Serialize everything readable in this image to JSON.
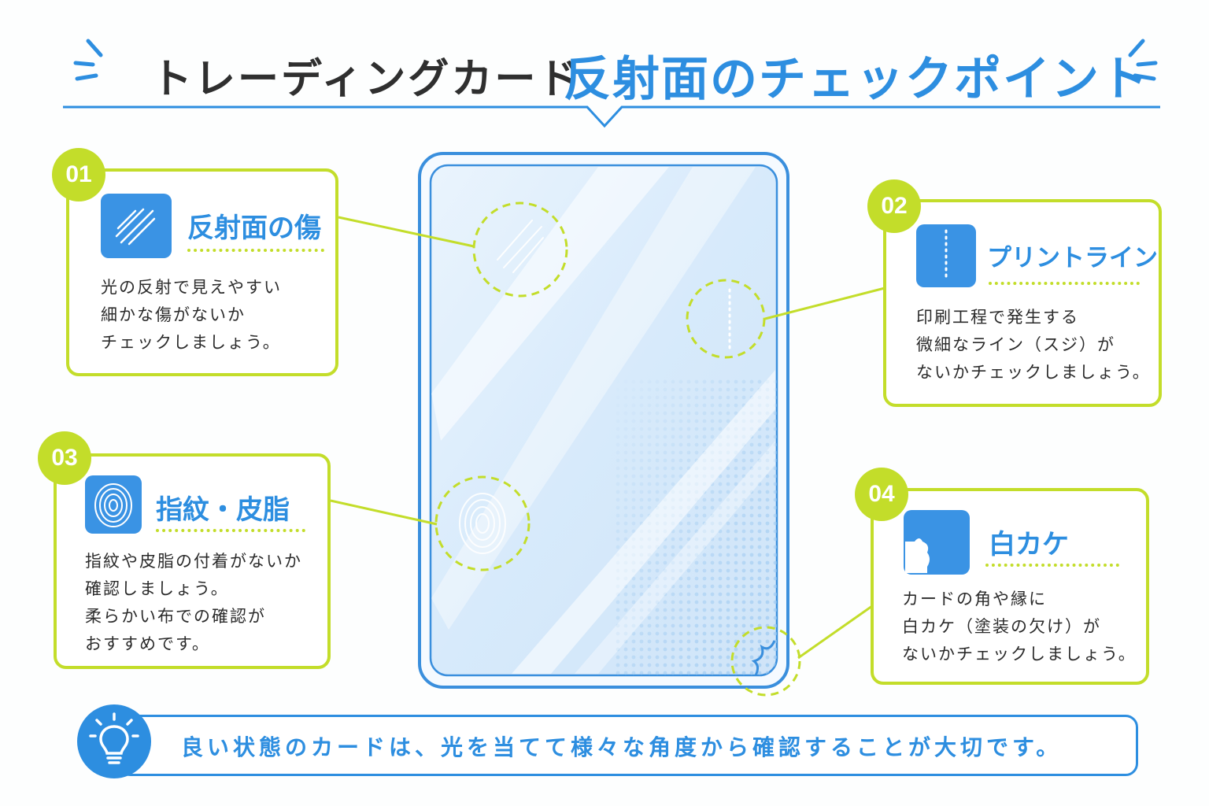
{
  "header": {
    "title_part1": "トレーディングカード",
    "title_part2": "反射面のチェックポイント"
  },
  "colors": {
    "accent_blue": "#2d8ee0",
    "accent_lime": "#c3dd2a",
    "text": "#2b2b2b"
  },
  "checkpoints": [
    {
      "number": "01",
      "title": "反射面の傷",
      "icon": "scratch-icon",
      "lines": [
        "光の反射で見えやすい",
        "細かな傷がないか",
        "チェックしましょう。"
      ]
    },
    {
      "number": "02",
      "title": "プリントライン",
      "icon": "print-line-icon",
      "lines": [
        "印刷工程で発生する",
        "微細なライン（スジ）が",
        "ないかチェックしましょう。"
      ]
    },
    {
      "number": "03",
      "title": "指紋・皮脂",
      "icon": "fingerprint-icon",
      "lines": [
        "指紋や皮脂の付着がないか",
        "確認しましょう。",
        "柔らかい布での確認が",
        "おすすめです。"
      ]
    },
    {
      "number": "04",
      "title": "白カケ",
      "icon": "chipped-corner-icon",
      "lines": [
        "カードの角や縁に",
        "白カケ（塗装の欠け）が",
        "ないかチェックしましょう。"
      ]
    }
  ],
  "footer": {
    "icon": "lightbulb-icon",
    "text": "良い状態のカードは、光を当てて様々な角度から確認することが大切です。"
  }
}
